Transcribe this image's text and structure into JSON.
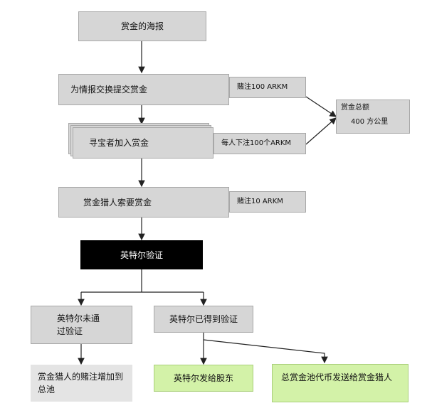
{
  "nodes": {
    "poster": "赏金的海报",
    "submit": "为情报交换提交赏金",
    "bet_submit": "赌注100 ARKM",
    "total_label": "赏金总额",
    "total_value": "400 方公里",
    "seekers": "寻宝者加入赏金",
    "bet_seekers": "每人下注100个ARKM",
    "hunter": "赏金猎人索要赏金",
    "bet_hunter": "赌注10 ARKM",
    "verify": "英特尔验证",
    "not_verified": "英特尔未通过验证",
    "verified": "英特尔已得到验证",
    "add_pool": "赏金猎人的赌注增加到总池",
    "send_holders": "英特尔发给股东",
    "send_hunter": "总赏金池代币发送给赏金猎人"
  },
  "colors": {
    "node_fill": "#d6d6d6",
    "verify_fill": "#000000",
    "outcome_fill": "#d3f2a8"
  }
}
